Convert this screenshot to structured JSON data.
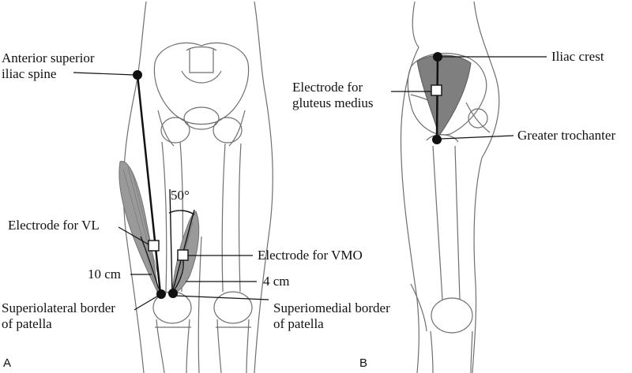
{
  "panel_a": {
    "letter": "A",
    "labels": {
      "asis_line1": "Anterior superior",
      "asis_line2": "iliac spine",
      "vl_electrode": "Electrode for VL",
      "distance_10cm": "10 cm",
      "superolateral_line1": "Superiolateral border",
      "superolateral_line2": "of patella",
      "angle_50": "50°",
      "vmo_electrode": "Electrode for VMO",
      "distance_4cm": "4 cm",
      "superomedial_line1": "Superiomedial border",
      "superomedial_line2": "of patella"
    }
  },
  "panel_b": {
    "letter": "B",
    "labels": {
      "iliac_crest": "Iliac crest",
      "gm_electrode_line1": "Electrode for",
      "gm_electrode_line2": "gluteus medius",
      "greater_trochanter": "Greater trochanter"
    }
  },
  "colors": {
    "ink": "#111111",
    "outline": "#6f6f6f",
    "muscle": "#9a9a9a",
    "muscle_dark": "#707070",
    "electrode_fill": "#ffffff"
  }
}
